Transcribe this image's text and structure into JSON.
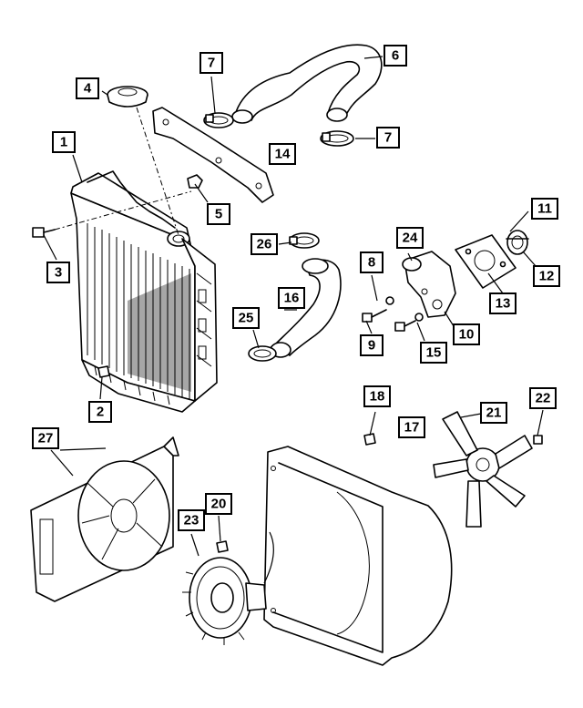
{
  "callouts": [
    {
      "id": "c1",
      "label": "1"
    },
    {
      "id": "c2",
      "label": "2"
    },
    {
      "id": "c3",
      "label": "3"
    },
    {
      "id": "c4",
      "label": "4"
    },
    {
      "id": "c5",
      "label": "5"
    },
    {
      "id": "c6",
      "label": "6"
    },
    {
      "id": "c7a",
      "label": "7"
    },
    {
      "id": "c7b",
      "label": "7"
    },
    {
      "id": "c8",
      "label": "8"
    },
    {
      "id": "c9",
      "label": "9"
    },
    {
      "id": "c10",
      "label": "10"
    },
    {
      "id": "c11",
      "label": "11"
    },
    {
      "id": "c12",
      "label": "12"
    },
    {
      "id": "c13",
      "label": "13"
    },
    {
      "id": "c14",
      "label": "14"
    },
    {
      "id": "c15",
      "label": "15"
    },
    {
      "id": "c16",
      "label": "16"
    },
    {
      "id": "c17",
      "label": "17"
    },
    {
      "id": "c18",
      "label": "18"
    },
    {
      "id": "c20",
      "label": "20"
    },
    {
      "id": "c21",
      "label": "21"
    },
    {
      "id": "c22",
      "label": "22"
    },
    {
      "id": "c23",
      "label": "23"
    },
    {
      "id": "c24",
      "label": "24"
    },
    {
      "id": "c25",
      "label": "25"
    },
    {
      "id": "c26",
      "label": "26"
    },
    {
      "id": "c27",
      "label": "27"
    }
  ]
}
